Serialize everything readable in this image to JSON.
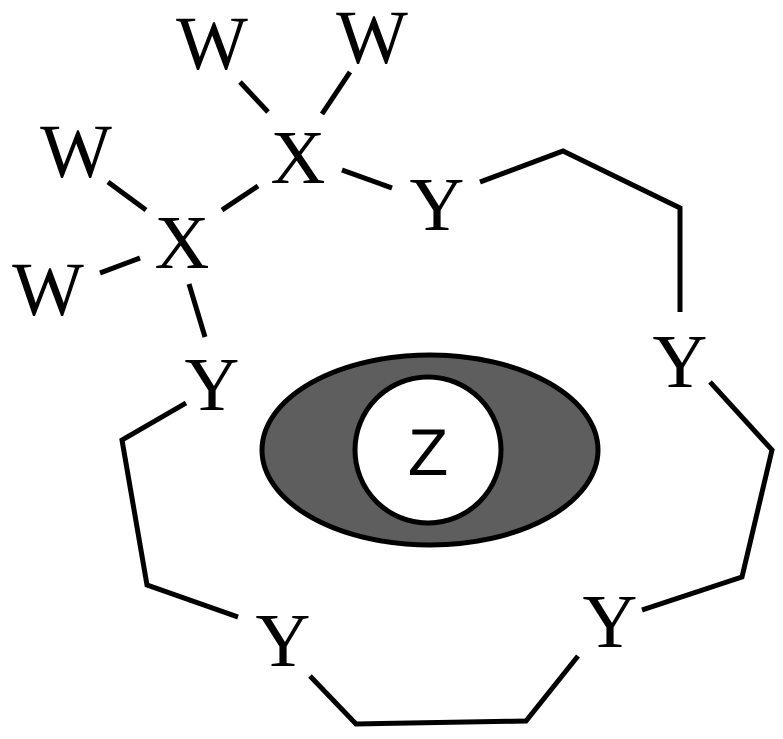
{
  "labels": {
    "w1": "W",
    "w2": "W",
    "w3": "W",
    "w4": "W",
    "x_top": "X",
    "x_left": "X",
    "y_top": "Y",
    "y_left": "Y",
    "y_right": "Y",
    "y_bottom_left": "Y",
    "y_bottom_right": "Y",
    "z_center": "Z"
  },
  "colors": {
    "ellipse_fill": "#5e5e5e",
    "circle_fill": "#ffffff",
    "line": "#000000"
  }
}
